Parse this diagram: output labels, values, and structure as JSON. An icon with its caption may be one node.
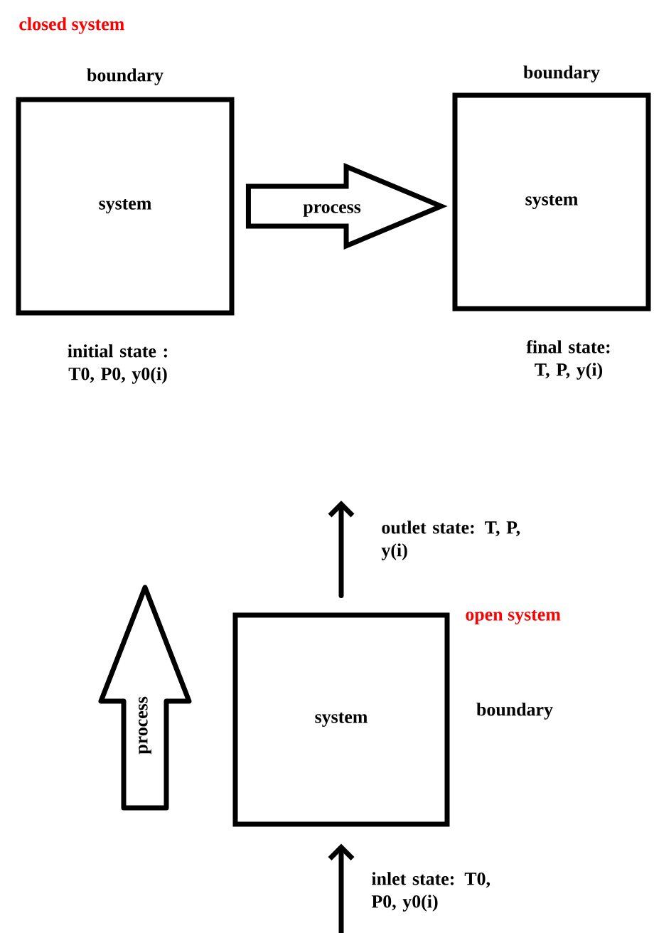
{
  "diagram": {
    "nodes": [
      {
        "text": [
          "system"
        ],
        "beside": [
          "boundary",
          "initial state : T0, P0, y0(i)"
        ]
      },
      {
        "text": [
          "system"
        ],
        "beside": [
          "boundary",
          "final state: T, P, y(i)"
        ]
      },
      {
        "text": [
          "system"
        ],
        "beside": [
          "boundary"
        ]
      }
    ],
    "edges": [
      {
        "from": 0,
        "to": 1,
        "arrow": "to",
        "label": "process",
        "style": "thick"
      },
      {
        "from": 2,
        "to": null,
        "arrow": "to",
        "label": "outlet state: T, P, y(i)"
      },
      {
        "from": null,
        "to": 2,
        "arrow": "to",
        "label": "inlet state: T0, P0, y0(i)"
      }
    ],
    "labels": [
      "closed system",
      "open system",
      "process"
    ]
  }
}
